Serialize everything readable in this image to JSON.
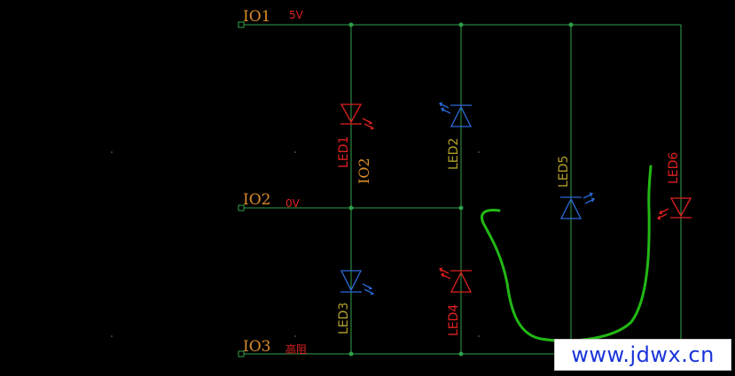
{
  "colors": {
    "wire": "#2fa04a",
    "io_text": "#d98b2a",
    "voltage_text": "#e02020",
    "red_led": "#e02020",
    "blue_led": "#2b6ad8",
    "label_olive": "#b3a02a",
    "annotation": "#22b814",
    "watermark_text": "#1a35d8"
  },
  "nets": [
    {
      "id": "io1",
      "name": "IO1",
      "voltage": "5V"
    },
    {
      "id": "io2",
      "name": "IO2",
      "voltage": "0V"
    },
    {
      "id": "io3",
      "name": "IO3",
      "voltage": "高阻"
    }
  ],
  "leds": [
    {
      "id": "led1",
      "label": "LED1",
      "color": "red"
    },
    {
      "id": "led2",
      "label": "LED2",
      "color": "blue"
    },
    {
      "id": "led3",
      "label": "LED3",
      "color": "blue"
    },
    {
      "id": "led4",
      "label": "LED4",
      "color": "red"
    },
    {
      "id": "led5",
      "label": "LED5",
      "color": "blue"
    },
    {
      "id": "led6",
      "label": "LED6",
      "color": "red"
    }
  ],
  "net_label_io2": "IO2",
  "watermark": "www.jdwx.cn"
}
